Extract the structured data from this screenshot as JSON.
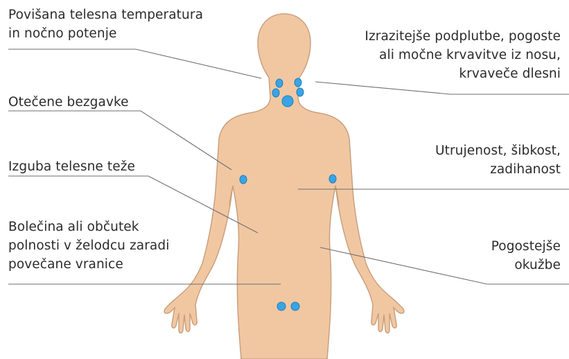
{
  "colors": {
    "skin": "#f1c7a2",
    "outline": "#c9a07d",
    "lymph_node": "#3aa4e4",
    "leader_line": "#6e6e6e",
    "text": "#2b2b2b"
  },
  "labels": {
    "fever": [
      "Povišana telesna temperatura",
      "in nočno potenje"
    ],
    "bleeding": [
      "Izrazitejše podplutbe, pogoste",
      "ali močne krvavitve iz nosu,",
      "krvaveče dlesni"
    ],
    "lymph_nodes": [
      "Otečene bezgavke"
    ],
    "fatigue": [
      "Utrujenost, šibkost,",
      "zadihanost"
    ],
    "weight_loss": [
      "Izguba telesne teže"
    ],
    "spleen": [
      "Bolečina ali občutek",
      "polnosti v želodcu zaradi",
      "povečane vranice"
    ],
    "infections": [
      "Pogostejše",
      "okužbe"
    ]
  }
}
